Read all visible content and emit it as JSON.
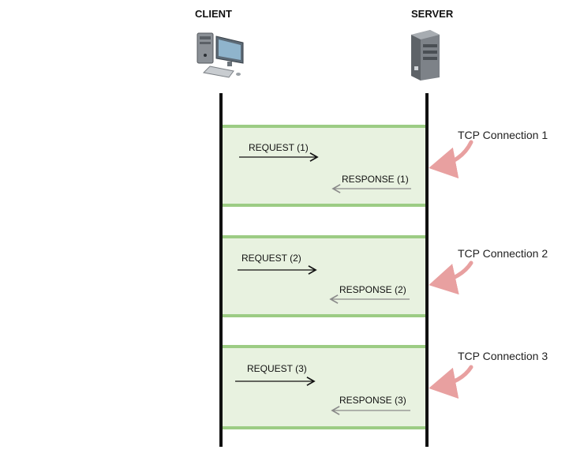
{
  "client": {
    "label": "CLIENT"
  },
  "server": {
    "label": "SERVER"
  },
  "connections": [
    {
      "tcp_label": "TCP Connection 1",
      "request": "REQUEST (1)",
      "response": "RESPONSE (1)"
    },
    {
      "tcp_label": "TCP Connection 2",
      "request": "REQUEST  (2)",
      "response": "RESPONSE (2)"
    },
    {
      "tcp_label": "TCP Connection 3",
      "request": "REQUEST  (3)",
      "response": "RESPONSE (3)"
    }
  ],
  "colors": {
    "box_fill": "#e8f2e0",
    "box_border": "#9ccc84",
    "lifeline": "#111111",
    "request_arrow": "#111111",
    "response_arrow": "#8a8a8a",
    "pointer_arrow": "#e8a0a0"
  },
  "icons": {
    "client": "desktop-computer-icon",
    "server": "server-tower-icon"
  }
}
